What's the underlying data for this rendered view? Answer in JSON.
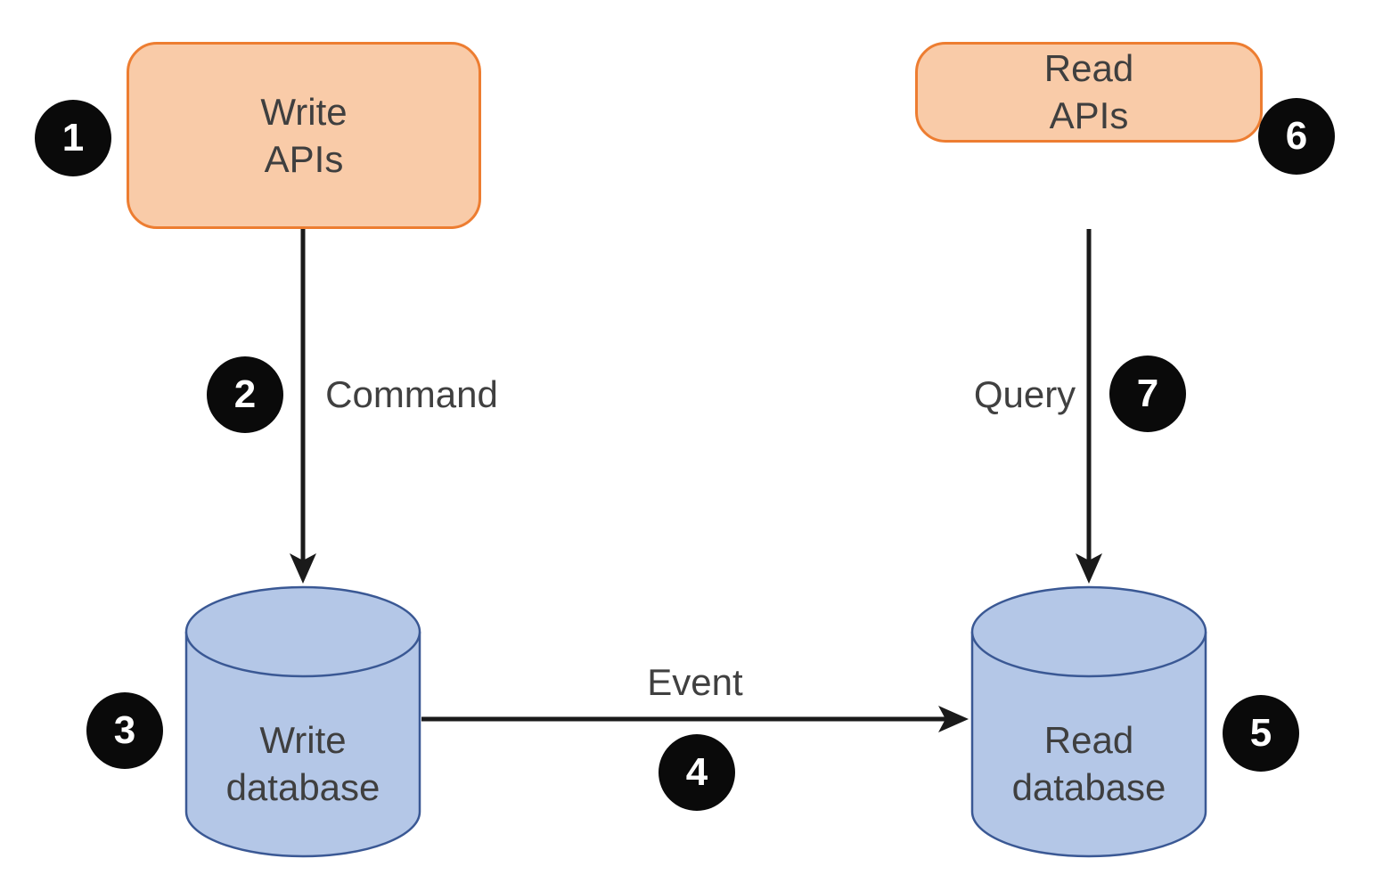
{
  "diagram_type": "flow-diagram",
  "colors": {
    "api_box_fill": "#F9CBA8",
    "api_box_border": "#ED7D31",
    "database_fill": "#B4C7E7",
    "database_border": "#3A5894",
    "badge_background": "#0A0A0A",
    "badge_text": "#FFFFFF",
    "arrow": "#1A1A1A",
    "node_text": "#3F3F3F",
    "background": "#FFFFFF"
  },
  "nodes": {
    "write_apis": {
      "label": "Write\nAPIs",
      "badge": "1",
      "shape": "rounded-rectangle"
    },
    "write_database": {
      "label": "Write\ndatabase",
      "badge": "3",
      "shape": "cylinder"
    },
    "read_database": {
      "label": "Read\ndatabase",
      "badge": "5",
      "shape": "cylinder"
    },
    "read_apis": {
      "label": "Read\nAPIs",
      "badge": "6",
      "shape": "rounded-rectangle"
    }
  },
  "edges": {
    "command": {
      "label": "Command",
      "badge": "2",
      "from": "write_apis",
      "to": "write_database"
    },
    "event": {
      "label": "Event",
      "badge": "4",
      "from": "write_database",
      "to": "read_database"
    },
    "query": {
      "label": "Query",
      "badge": "7",
      "from": "read_apis",
      "to": "read_database"
    }
  }
}
